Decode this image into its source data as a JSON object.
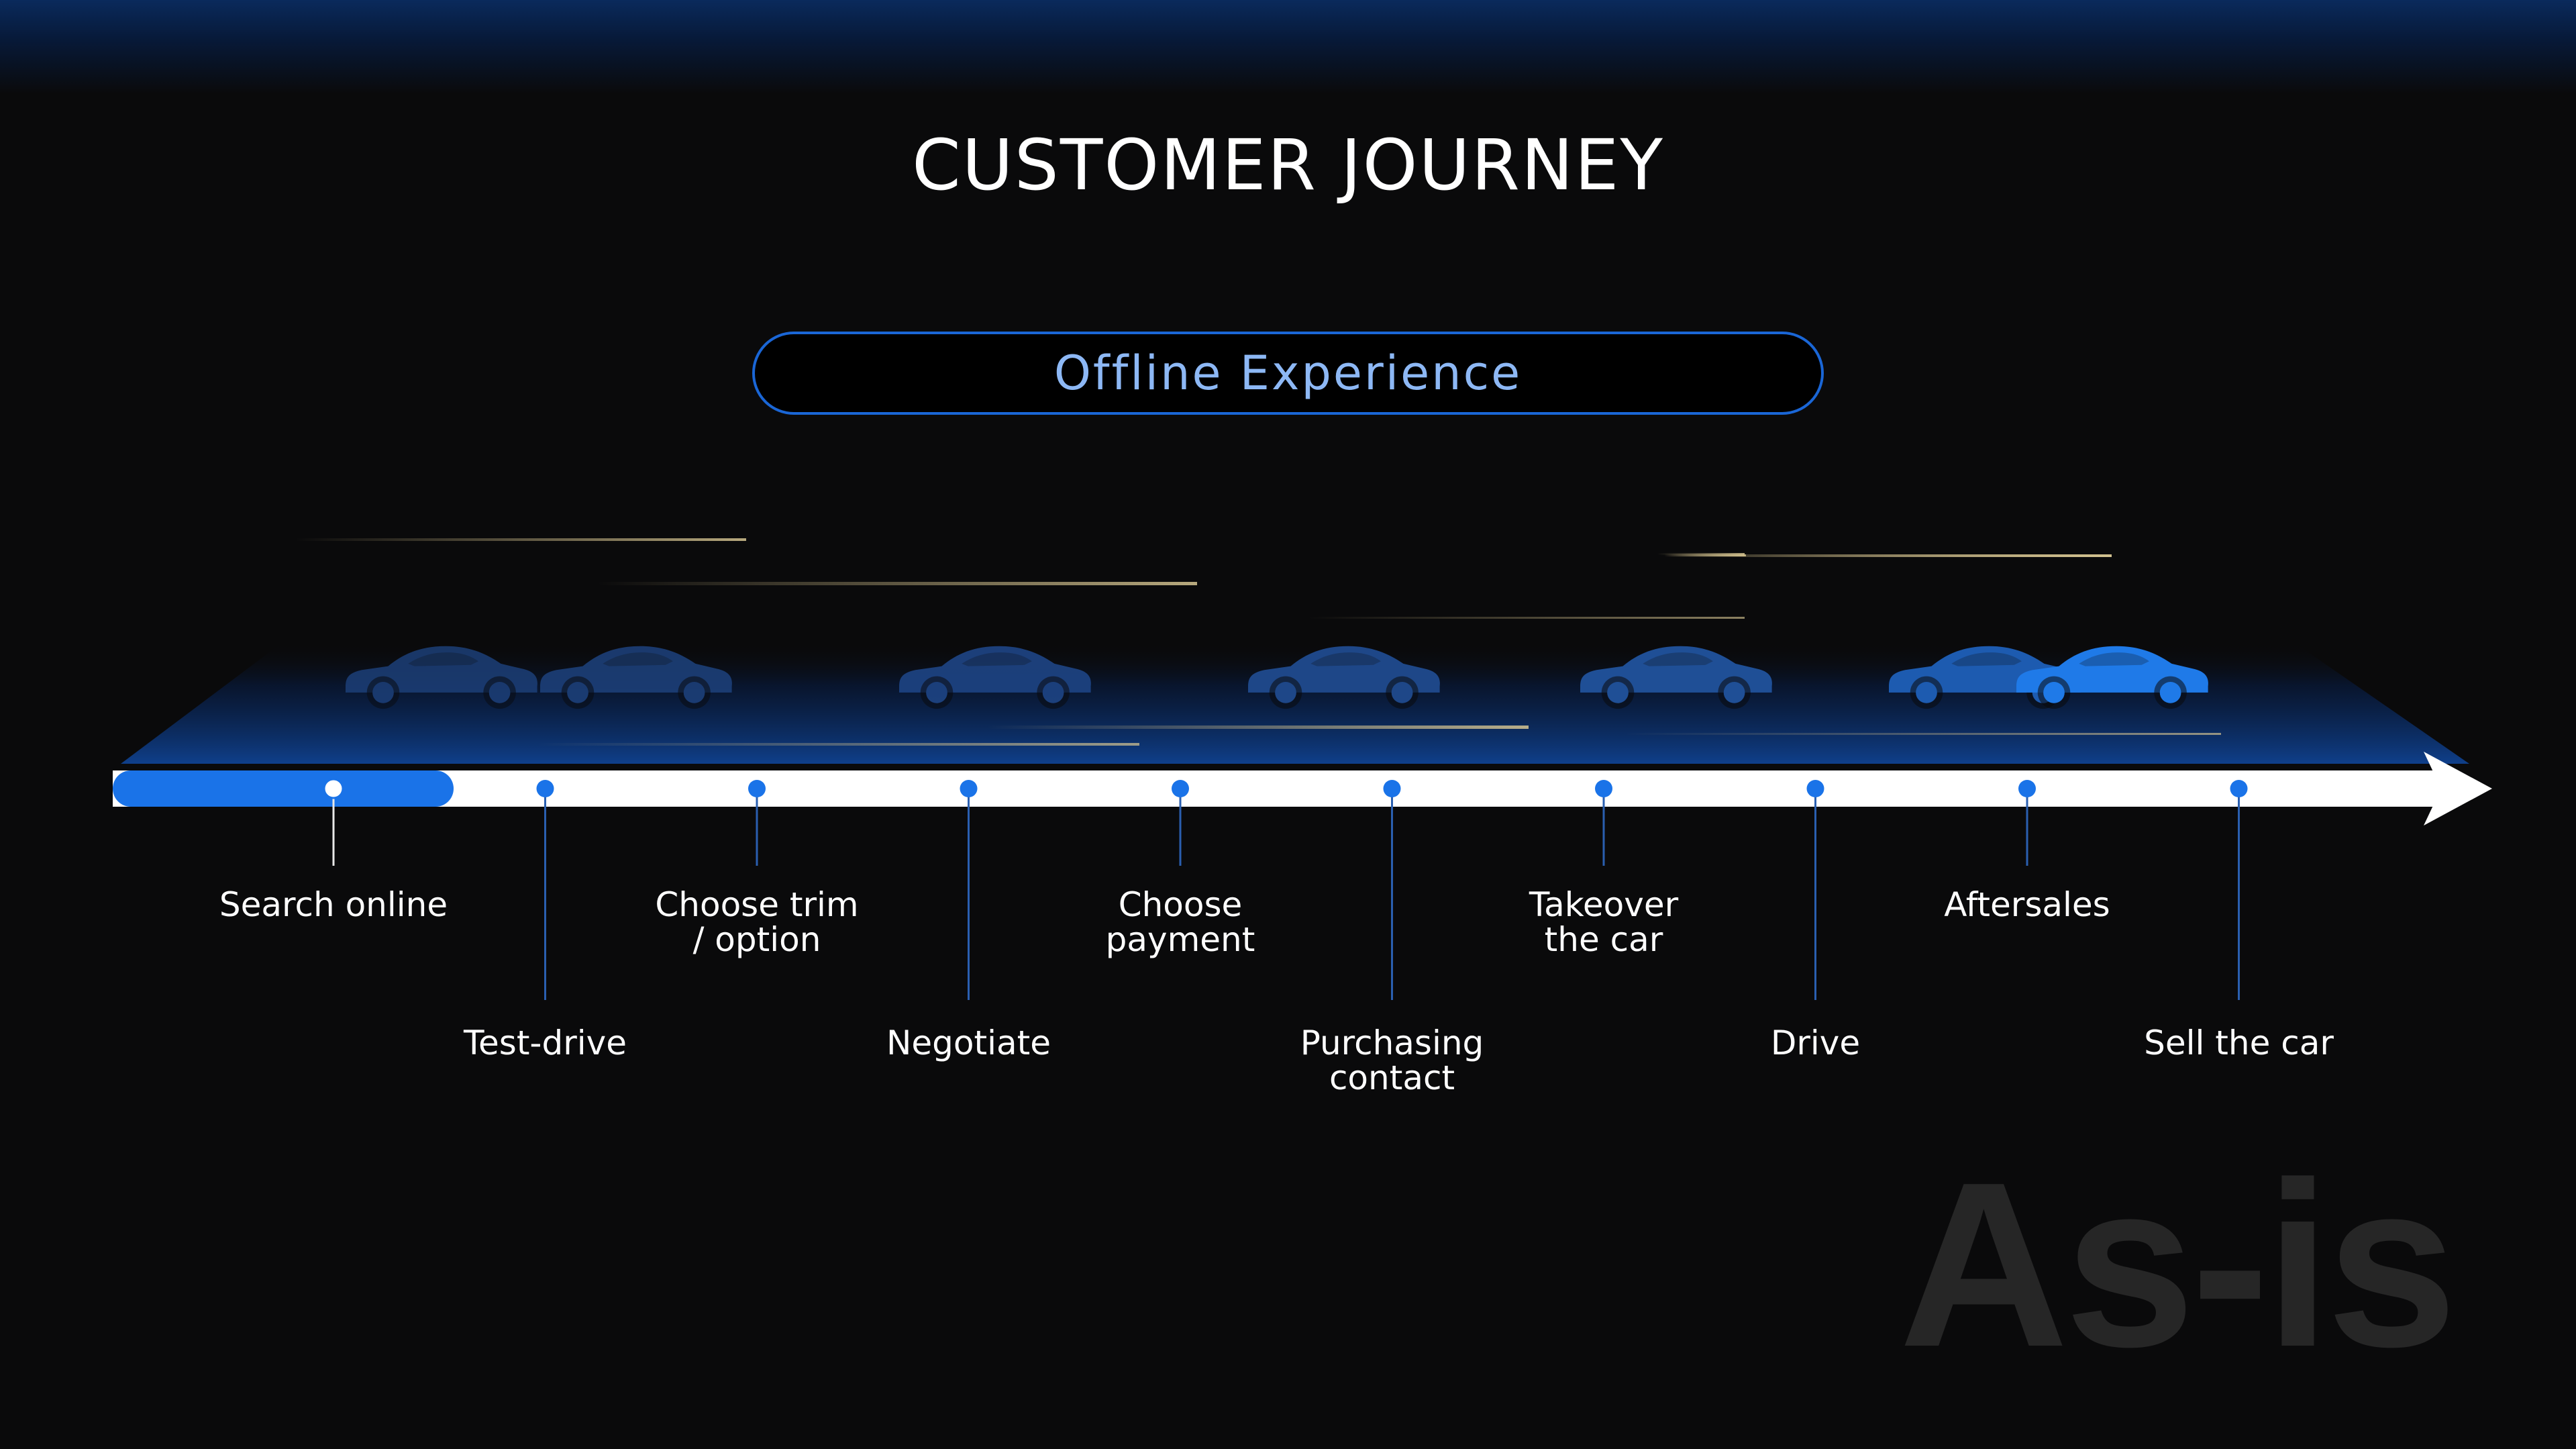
{
  "title": "CUSTOMER JOURNEY",
  "phase_label": "Offline Experience",
  "watermark": "As-is",
  "colors": {
    "background": "#0a0a0b",
    "accent": "#1a73e8",
    "pill_border": "#1a66d6",
    "pill_text": "#8db8f5",
    "car_dim": "#1c3f78",
    "car_bright": "#1f7ae8",
    "speed_line": "#c9b784"
  },
  "steps": [
    {
      "label": "Search online",
      "active": true
    },
    {
      "label": "Test-drive",
      "active": false
    },
    {
      "label": "Choose trim\n/ option",
      "active": false
    },
    {
      "label": "Negotiate",
      "active": false
    },
    {
      "label": "Choose\npayment",
      "active": false
    },
    {
      "label": "Purchasing\ncontact",
      "active": false
    },
    {
      "label": "Takeover\nthe car",
      "active": false
    },
    {
      "label": "Drive",
      "active": false
    },
    {
      "label": "Aftersales",
      "active": false
    },
    {
      "label": "Sell the car",
      "active": false
    }
  ],
  "icons": [
    "car-icon",
    "arrow-head-icon"
  ]
}
